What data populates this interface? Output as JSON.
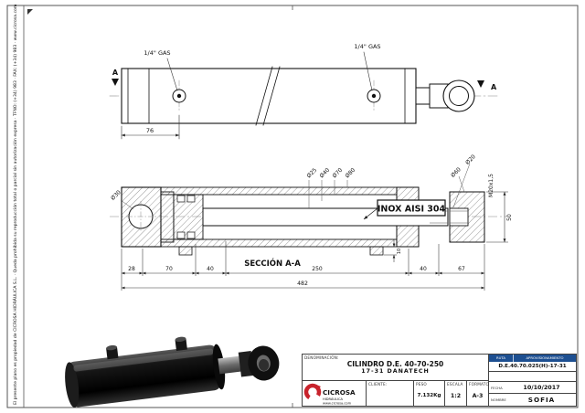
{
  "page": {
    "edge_note": "El presente plano es propiedad de CICROSA HIDRÁULICA S.L. · Queda prohibida su reproducción total o parcial sin autorización expresa · TFNO: (+34) 983 · FAX: (+34) 983 · www.cicrosa.com"
  },
  "top_view": {
    "port_left": "1/4\" GAS",
    "port_right": "1/4\" GAS",
    "dim_76": "76",
    "section_letter": "A"
  },
  "section_view": {
    "title": "SECCIÓN A-A",
    "material": "INOX AISI 304",
    "dia_labels": [
      "Ø25",
      "Ø40",
      "Ø70",
      "Ø80"
    ],
    "eye_dia": "Ø30",
    "rod_dia": "Ø20",
    "head_dia": "Ø60",
    "thread": "M20x1,5",
    "head_len": "50",
    "port_h": "10",
    "dims": [
      "28",
      "70",
      "40",
      "250",
      "40",
      "67"
    ],
    "total": "482"
  },
  "title_block": {
    "denominacion_label": "DENOMINACIÓN:",
    "denominacion_line1": "CILINDRO D.E. 40-70-250",
    "denominacion_line2": "17-31   DANATECH",
    "cliente_label": "CLIENTE:",
    "peso_label": "PESO",
    "peso_value": "7.132Kg",
    "escala_label": "ESCALA",
    "escala_value": "1:2",
    "formato_label": "FORMATO",
    "formato_value": "A-3",
    "ruta_label": "RUTA",
    "aprov_label": "APROVISIONAMIENTO",
    "ref_value": "D.E.40.70.025(H)-17-31",
    "fecha_label": "FECHA",
    "fecha_value": "10/10/2017",
    "nombre_label": "NOMBRE",
    "nombre_value": "SOFIA",
    "logo_text": "CICROSA",
    "logo_sub1": "HIDRÁULICA",
    "logo_sub2": "www.cicrosa.com"
  }
}
